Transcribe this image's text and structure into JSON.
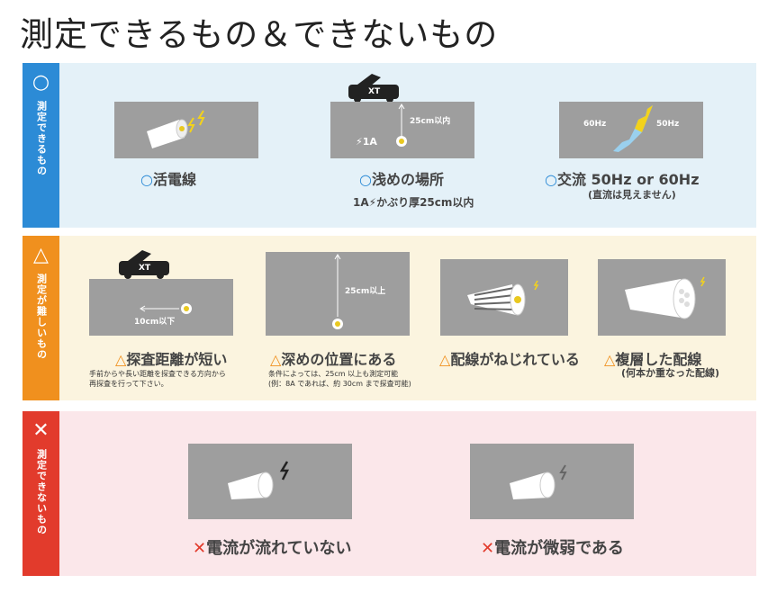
{
  "title": "測定できるもの＆できないもの",
  "sections": {
    "ok": {
      "color": "#2c8bd6",
      "bg": "#e4f1f8",
      "mark": "○",
      "label": "測定できるもの",
      "items": [
        {
          "cap_mark": "○",
          "caption": "活電線"
        },
        {
          "cap_mark": "○",
          "caption": "浅めの場所",
          "sub": "1A⚡かぶり厚25cm以内",
          "depth_label": "25cm以内",
          "amp_label": "⚡1A",
          "device_label": "XT"
        },
        {
          "cap_mark": "○",
          "caption": "交流 50Hz or 60Hz",
          "sub": "(直流は見えません)",
          "west_label": "60Hz",
          "east_label": "50Hz"
        }
      ]
    },
    "hard": {
      "color": "#f0901e",
      "bg": "#fbf4df",
      "mark": "△",
      "label": "測定が難しいもの",
      "items": [
        {
          "cap_mark": "△",
          "caption": "探査距離が短い",
          "note1": "手前からや長い距離を探査できる方向から",
          "note2": "再探査を行って下さい。",
          "dist_label": "10cm以下",
          "device_label": "XT"
        },
        {
          "cap_mark": "△",
          "caption": "深めの位置にある",
          "note1": "条件によっては、25cm 以上も測定可能",
          "note2": "(例：8A であれば、約 30cm まで探査可能)",
          "depth_label": "25cm以上"
        },
        {
          "cap_mark": "△",
          "caption": "配線がねじれている"
        },
        {
          "cap_mark": "△",
          "caption": "複層した配線",
          "sub": "(何本か重なった配線)"
        }
      ]
    },
    "ng": {
      "color": "#e23b2c",
      "bg": "#fbe7ea",
      "mark": "✕",
      "label": "測定できないもの",
      "items": [
        {
          "cap_mark": "✕",
          "caption": "電流が流れていない"
        },
        {
          "cap_mark": "✕",
          "caption": "電流が微弱である"
        }
      ]
    }
  }
}
